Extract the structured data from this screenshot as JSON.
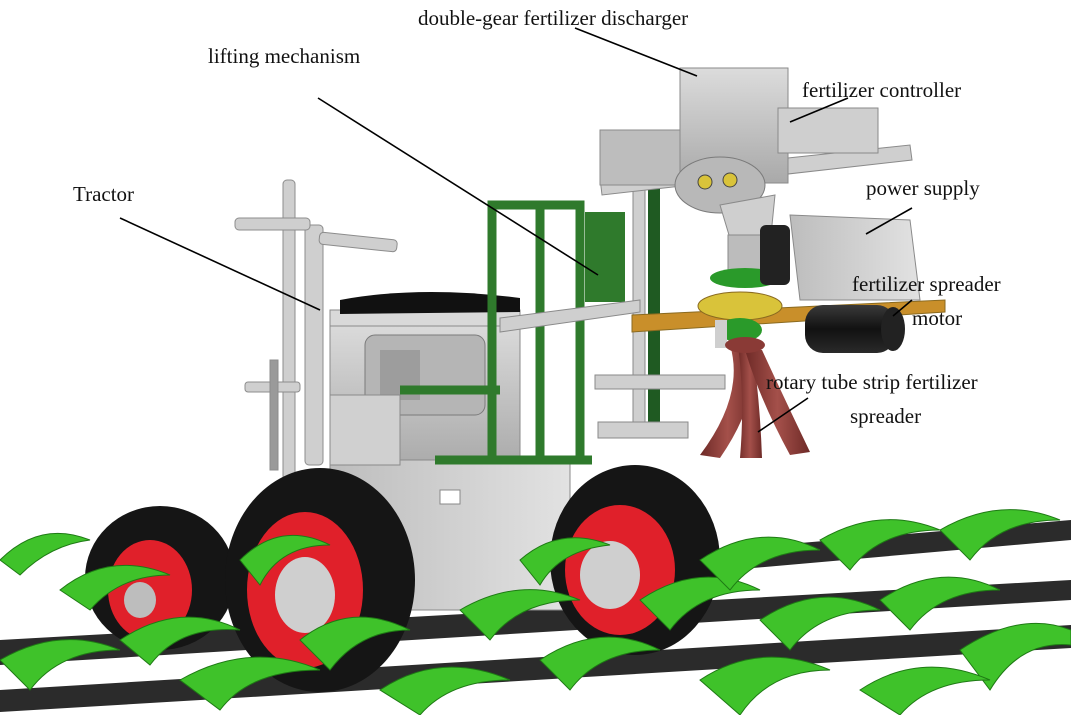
{
  "labels": {
    "discharger": "double-gear fertilizer discharger",
    "lifting": "lifting mechanism",
    "controller": "fertilizer controller",
    "tractor": "Tractor",
    "power": "power supply",
    "motor_line1": "fertilizer spreader",
    "motor_line2": "motor",
    "spreader_line1": "rotary tube strip fertilizer",
    "spreader_line2": "spreader"
  },
  "colors": {
    "frame_green": "#2f7a2c",
    "wheel_red": "#e0202a",
    "tire_black": "#151515",
    "body_gray": "#c8c8c8",
    "tube_brown": "#8a3a36",
    "belt_orange": "#c98f2a",
    "crop_green": "#3fc22a",
    "ground_dark": "#2a2a2a"
  }
}
